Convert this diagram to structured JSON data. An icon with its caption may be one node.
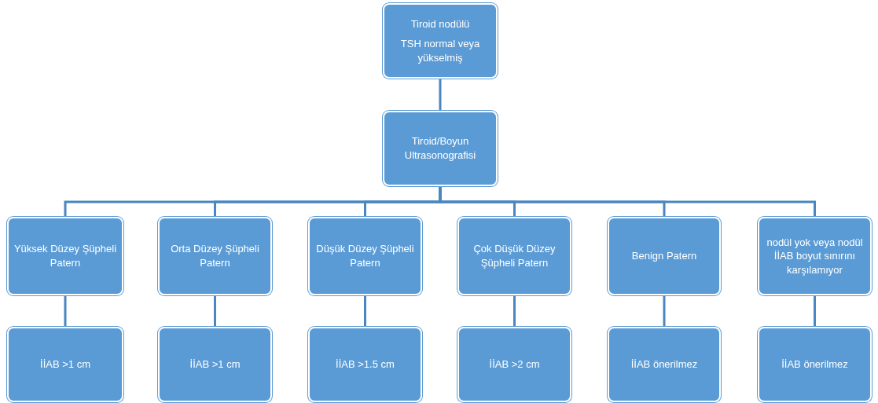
{
  "diagram": {
    "nodes": [
      {
        "text": [
          "Tiroid nodülü",
          "TSH normal veya yükselmiş"
        ]
      },
      {
        "text": [
          "Tiroid/Boyun Ultrasonografisi"
        ]
      },
      {
        "text": [
          "Yüksek Düzey Şüpheli Patern"
        ]
      },
      {
        "text": [
          "Orta Düzey Şüpheli Patern"
        ]
      },
      {
        "text": [
          "Düşük Düzey Şüpheli Patern"
        ]
      },
      {
        "text": [
          "Çok Düşük Düzey Şüpheli Patern"
        ]
      },
      {
        "text": [
          "Benign Patern"
        ]
      },
      {
        "text": [
          "nodül yok veya nodül İİAB boyut sınırını karşılamıyor"
        ]
      },
      {
        "text": [
          "İİAB >1 cm"
        ]
      },
      {
        "text": [
          "İİAB >1 cm"
        ]
      },
      {
        "text": [
          "İİAB >1.5 cm"
        ]
      },
      {
        "text": [
          "İİAB >2 cm"
        ]
      },
      {
        "text": [
          "İİAB önerilmez"
        ]
      },
      {
        "text": [
          "İİAB önerilmez"
        ]
      }
    ],
    "edges": [
      {
        "from": 0,
        "to": 1,
        "arrow": "none"
      },
      {
        "from": 1,
        "to": 2,
        "arrow": "none"
      },
      {
        "from": 1,
        "to": 3,
        "arrow": "none"
      },
      {
        "from": 1,
        "to": 4,
        "arrow": "none"
      },
      {
        "from": 1,
        "to": 5,
        "arrow": "none"
      },
      {
        "from": 1,
        "to": 6,
        "arrow": "none"
      },
      {
        "from": 1,
        "to": 7,
        "arrow": "none"
      },
      {
        "from": 2,
        "to": 8,
        "arrow": "none"
      },
      {
        "from": 3,
        "to": 9,
        "arrow": "none"
      },
      {
        "from": 4,
        "to": 10,
        "arrow": "none"
      },
      {
        "from": 5,
        "to": 11,
        "arrow": "none"
      },
      {
        "from": 6,
        "to": 12,
        "arrow": "none"
      },
      {
        "from": 7,
        "to": 13,
        "arrow": "none"
      }
    ]
  }
}
